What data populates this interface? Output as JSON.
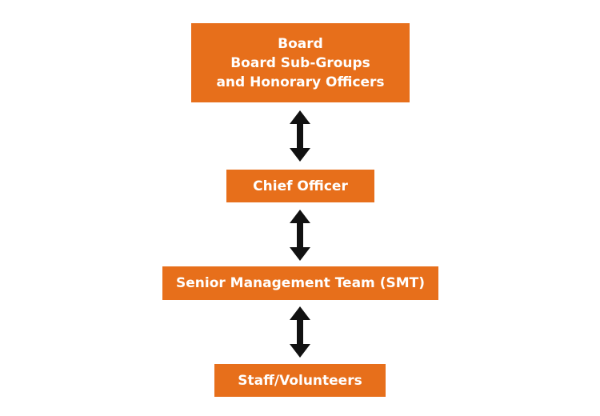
{
  "nodes": {
    "board": {
      "lines": [
        "Board",
        "Board Sub-Groups",
        "and Honorary Officers"
      ]
    },
    "chief": {
      "label": "Chief Officer"
    },
    "smt": {
      "label": "Senior Management Team (SMT)"
    },
    "staff": {
      "label": "Staff/Volunteers"
    }
  },
  "colors": {
    "node_fill": "#e76f1b",
    "node_text": "#ffffff",
    "arrow": "#111111"
  },
  "icons": {
    "connector": "double-headed-vertical-arrow-icon"
  }
}
